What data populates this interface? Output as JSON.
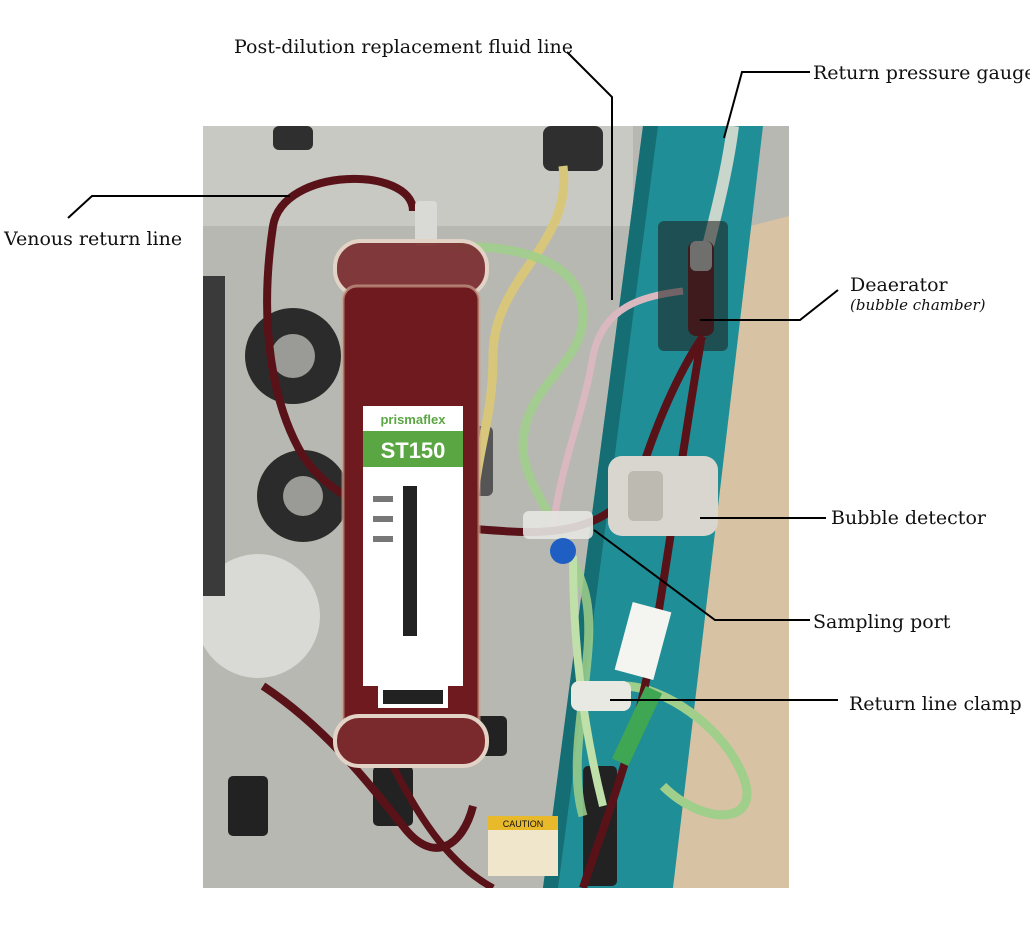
{
  "photo": {
    "device_labels": {
      "filter_brand": "prismaflex",
      "filter_model": "ST150",
      "caution_label": "CAUTION"
    }
  },
  "annotations": {
    "post_dilution": "Post-dilution replacement fluid line",
    "return_pressure": "Return pressure gauge",
    "venous_return": "Venous return line",
    "deaerator": "Deaerator",
    "deaerator_sub": "(bubble chamber)",
    "bubble_detector": "Bubble detector",
    "sampling_port": "Sampling port",
    "return_clamp": "Return line clamp"
  },
  "colors": {
    "machine_teal": "#1f8e96",
    "blood_line": "#5a1219",
    "filter_blood": "#6e1a1e",
    "fluid_line_yellow": "#d8c77a",
    "fluid_line_green": "#9fcf8a",
    "floor": "#d7c2a3",
    "panel_grey": "#b8b8b2"
  }
}
